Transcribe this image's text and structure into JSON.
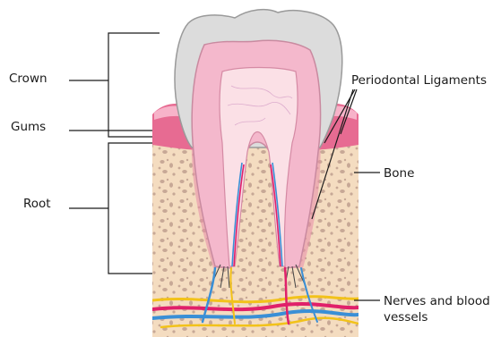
{
  "labels": {
    "crown": "Crown",
    "gums": "Gums",
    "root": "Root",
    "periodontal_ligaments": "Periodontal Ligaments",
    "bone": "Bone",
    "nerves": "Nerves and blood vessels"
  },
  "colors": {
    "enamel": "#dcdcdc",
    "dentin": "#f4b8cc",
    "pulp": "#fbe0e6",
    "gum": "#e76b92",
    "bone": "#f4dcc0",
    "bone_spots": "#c7a896",
    "nerve": "#f2c21a",
    "artery": "#e0206a",
    "vein": "#3a8fd6"
  }
}
